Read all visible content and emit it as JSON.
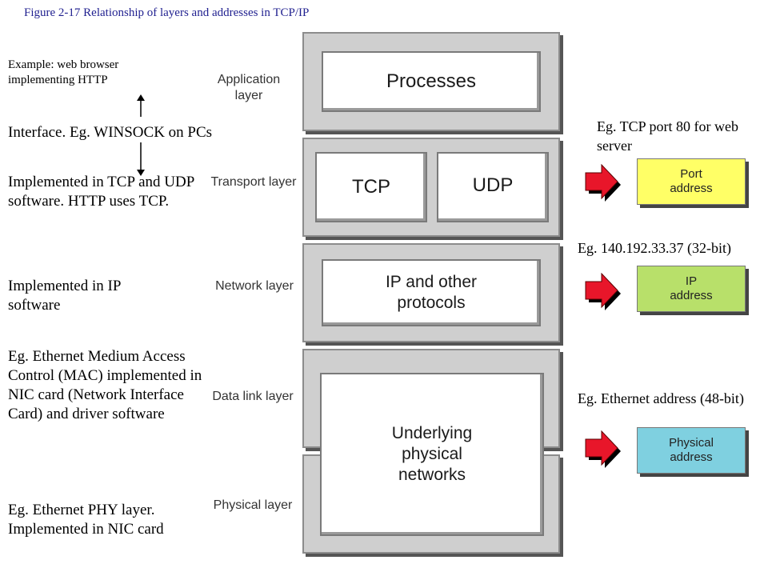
{
  "caption": "Figure  2-17 Relationship of layers and addresses in TCP/IP",
  "left_notes": {
    "example": "Example: web browser implementing HTTP",
    "interface": "Interface. Eg. WINSOCK  on PCs",
    "transport": "Implemented in TCP and UDP software. HTTP uses TCP.",
    "network": "Implemented in IP software",
    "datalink": "Eg. Ethernet Medium Access Control (MAC) implemented in NIC card (Network Interface Card) and driver software",
    "physical": "Eg. Ethernet PHY layer. Implemented in NIC card"
  },
  "layers": {
    "application": "Application layer",
    "transport": "Transport layer",
    "network": "Network layer",
    "datalink": "Data link layer",
    "physical": "Physical layer"
  },
  "stack": {
    "processes": "Processes",
    "tcp": "TCP",
    "udp": "UDP",
    "ip": "IP and other protocols",
    "underlying": "Underlying physical networks"
  },
  "addresses": {
    "port": {
      "label": "Port address",
      "example": "Eg. TCP port 80 for web server",
      "color": "#ffff66"
    },
    "ip": {
      "label": "IP address",
      "example": "Eg. 140.192.33.37 (32-bit)",
      "color": "#b8e06a"
    },
    "physical": {
      "label": "Physical address",
      "example": "Eg. Ethernet address (48-bit)",
      "color": "#7fd0e0"
    }
  },
  "colors": {
    "arrow_red": "#e8162a",
    "band_gray": "#cfcfcf"
  },
  "icons": [
    "arrow-up-icon",
    "arrow-down-icon",
    "red-arrow-icon"
  ]
}
